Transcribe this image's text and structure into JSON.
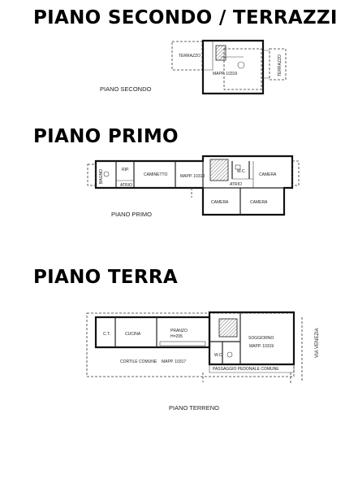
{
  "headings": {
    "second": "PIANO SECONDO / TERRAZZI",
    "first": "PIANO PRIMO",
    "ground": "PIANO TERRA"
  },
  "captions": {
    "second": "PIANO SECONDO",
    "first": "PIANO PRIMO",
    "ground": "PIANO TERRENO"
  },
  "second_floor": {
    "terrace_left": "TERRAZZO",
    "terrace_right": "TERRAZZO",
    "mapp": "MAPP. 10319"
  },
  "first_floor": {
    "bagno": "BAGNO",
    "rip": "RIP.",
    "atrio_left": "ATRIO",
    "caminetto": "CAMINETTO",
    "mapp": "MAPP. 10319",
    "wc": "W.C.",
    "camera_right": "CAMERA",
    "atrio_right": "ATRIO",
    "camera_bottom_left": "CAMERA",
    "camera_bottom_right": "CAMERA"
  },
  "ground_floor": {
    "ct": "C.T.",
    "cucina": "CUCINA",
    "pranzo": "PRANZO",
    "height": "H=295",
    "cortile": "CORTILE COMUNE",
    "mapp_left": "MAPP. 10317",
    "soggiorno": "SOGGIORNO",
    "mapp_right": "MAPP. 10319",
    "wc": "W.C.",
    "passaggio": "PASSAGGIO PEDONALE COMUNE",
    "street": "VIA VENEZIA"
  }
}
